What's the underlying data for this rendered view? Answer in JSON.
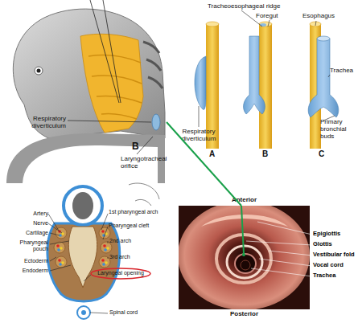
{
  "diagram": {
    "nodes": [
      {
        "text": [
          "Respiratory diverticulum",
          "B",
          "Laryngotracheal orifice"
        ]
      },
      {
        "text": [
          "Laryngeal opening"
        ]
      },
      {
        "text": [
          "Anterior",
          "Posterior"
        ]
      }
    ],
    "edges": [
      {
        "from": 0,
        "to": 2,
        "arrow": "none"
      }
    ],
    "labels": [
      "Tracheoesophageal ridge",
      "Foregut",
      "Esophagus",
      "Respiratory diverticulum",
      "Trachea",
      "Primary bronchial buds",
      "A",
      "B",
      "C",
      "Artery",
      "Nerve",
      "Cartilage",
      "Pharyngeal pouch",
      "Ectoderm",
      "Endoderm",
      "1st pharyngeal arch",
      "Pharyngeal cleft",
      "2nd arch",
      "3rd arch",
      "Spinal cord",
      "Epiglottis",
      "Glottis",
      "Vestibular fold",
      "Vocal cord",
      "Trachea"
    ]
  }
}
